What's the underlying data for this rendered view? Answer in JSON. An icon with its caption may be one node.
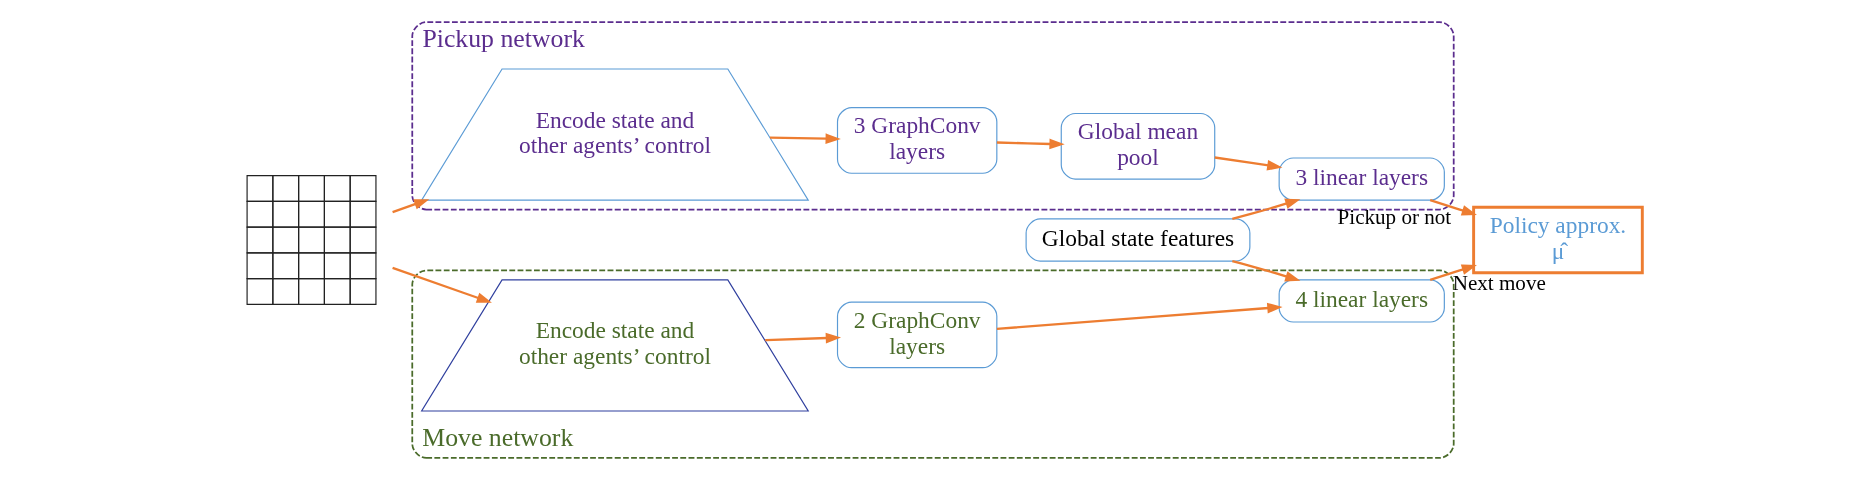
{
  "diagram": {
    "nodes": [
      {
        "text": [
          "Pickup network"
        ]
      },
      {
        "text": [
          "Encode state and other agents’ control"
        ],
        "in": 0
      },
      {
        "text": [
          "3 GraphConv layers"
        ],
        "in": 0
      },
      {
        "text": [
          "Global mean pool"
        ],
        "in": 0
      },
      {
        "text": [
          "3 linear layers"
        ],
        "in": 0
      },
      {
        "text": [
          "Global state features"
        ]
      },
      {
        "text": [
          "Move network"
        ]
      },
      {
        "text": [
          "Encode state and other agents’ control"
        ],
        "in": 6
      },
      {
        "text": [
          "2 GraphConv layers"
        ],
        "in": 6
      },
      {
        "text": [
          "4 linear layers"
        ],
        "in": 6
      },
      {
        "text": [
          "Policy approx.",
          "μ̂"
        ]
      },
      {
        "text": [],
        "shape": "picture"
      }
    ],
    "edges": [
      {
        "from": 11,
        "to": 1,
        "arrow": "to"
      },
      {
        "from": 11,
        "to": 7,
        "arrow": "to"
      },
      {
        "from": 1,
        "to": 2,
        "arrow": "to"
      },
      {
        "from": 2,
        "to": 3,
        "arrow": "to"
      },
      {
        "from": 3,
        "to": 4,
        "arrow": "to"
      },
      {
        "from": 5,
        "to": 4,
        "arrow": "to"
      },
      {
        "from": 7,
        "to": 8,
        "arrow": "to"
      },
      {
        "from": 8,
        "to": 9,
        "arrow": "to"
      },
      {
        "from": 5,
        "to": 9,
        "arrow": "to"
      },
      {
        "from": 4,
        "to": 10,
        "arrow": "to",
        "label": "Pickup or not"
      },
      {
        "from": 9,
        "to": 10,
        "arrow": "to",
        "label": "Next move"
      }
    ]
  }
}
